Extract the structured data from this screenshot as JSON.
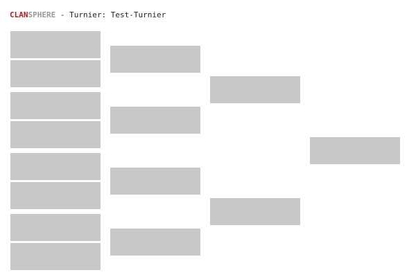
{
  "header": {
    "logo_part1": "CLAN",
    "logo_part2": "SPHERE",
    "separator": " - ",
    "section_label": "Turnier:",
    "tournament_name": "Test-Turnier"
  },
  "colors": {
    "logo_primary": "#b01c1c",
    "logo_secondary": "#9a9a9a",
    "slot_fill": "#c8c8c8",
    "background": "#ffffff"
  },
  "bracket": {
    "rounds": [
      {
        "slots": 8
      },
      {
        "slots": 4
      },
      {
        "slots": 2
      },
      {
        "slots": 1
      }
    ]
  }
}
